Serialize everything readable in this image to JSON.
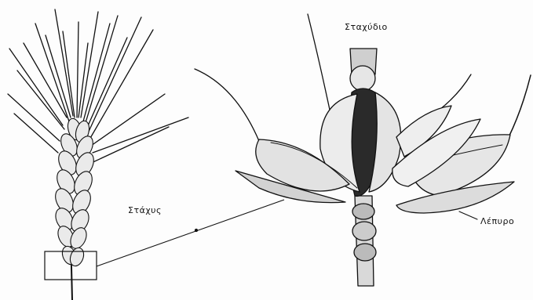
{
  "labels": {
    "spikelet": "Σταχύδιο",
    "spike": "Στάχυς",
    "glume": "Λέπυρο"
  },
  "colors": {
    "ink": "#111111",
    "paper": "#fdfdfd",
    "shade": "#2a2a2a"
  }
}
